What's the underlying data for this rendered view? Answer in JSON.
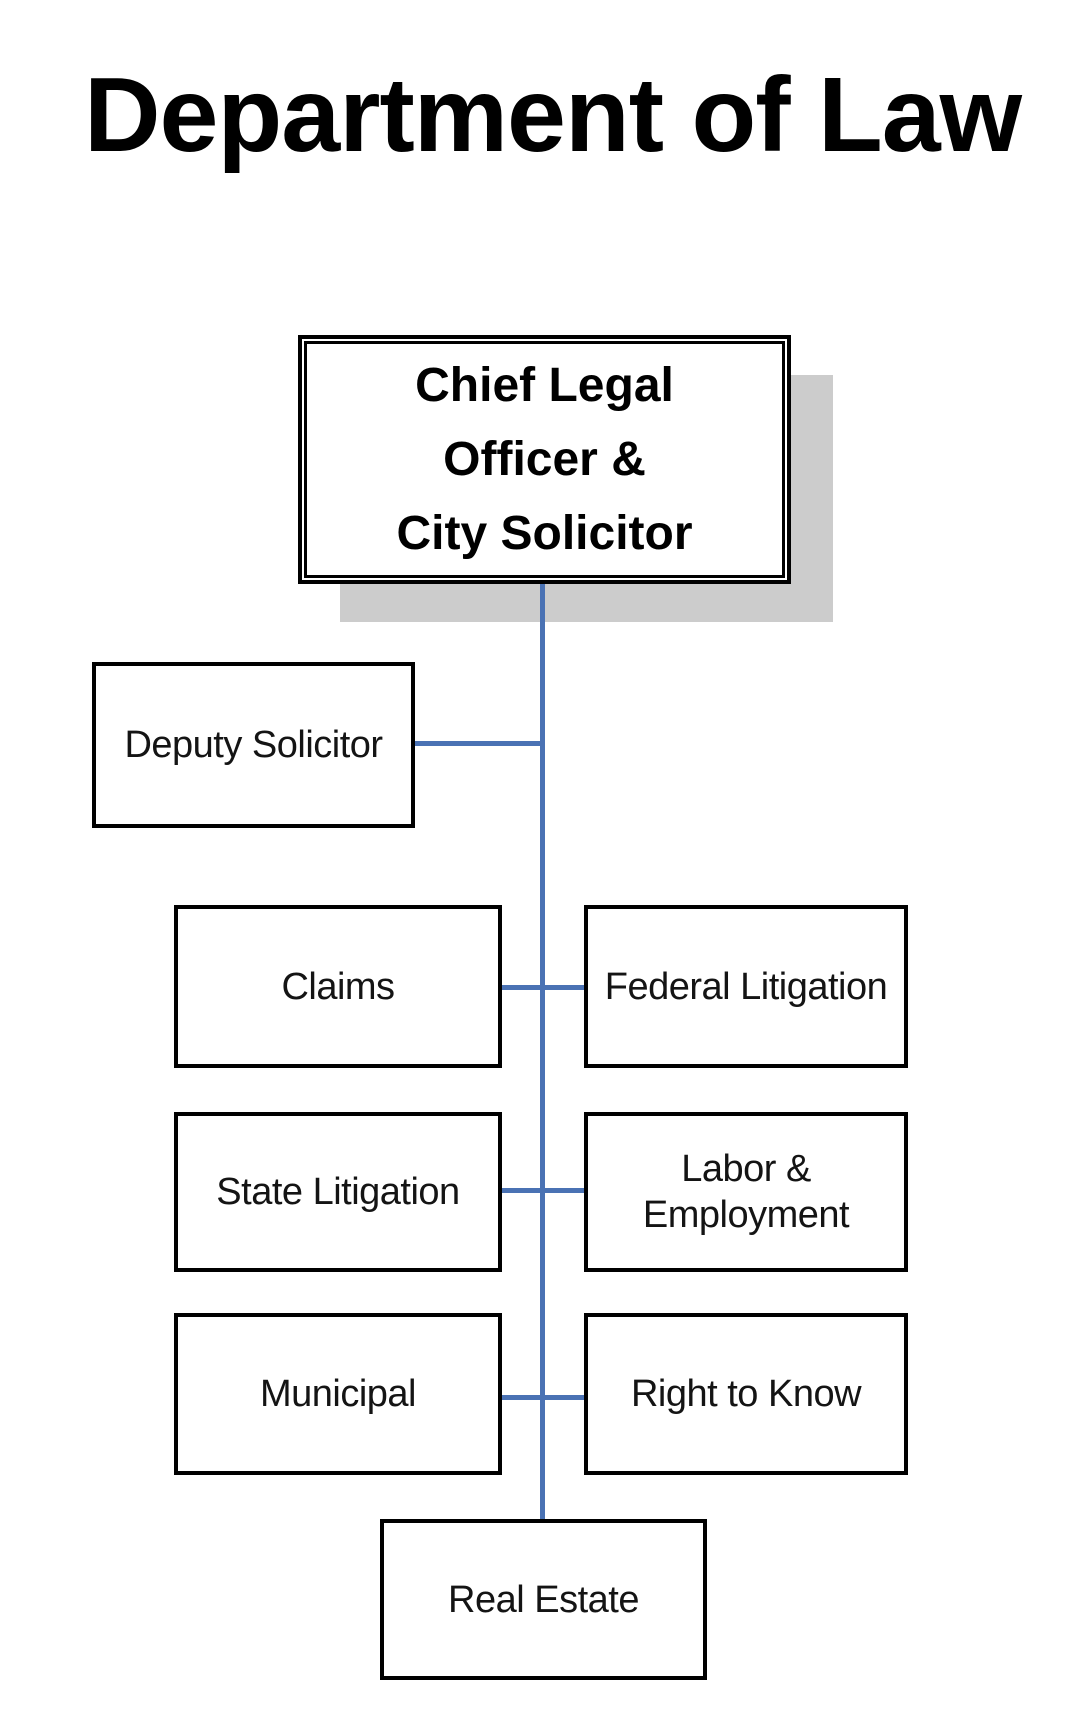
{
  "page": {
    "title": "Department of Law"
  },
  "org_chart": {
    "root": {
      "line1": "Chief Legal",
      "line2": "Officer &",
      "line3": "City Solicitor"
    },
    "nodes": {
      "deputy": {
        "label": "Deputy Solicitor"
      },
      "claims": {
        "label": "Claims"
      },
      "federal": {
        "label": "Federal Litigation"
      },
      "state": {
        "label": "State Litigation"
      },
      "labor": {
        "line1": "Labor &",
        "line2": "Employment"
      },
      "municipal": {
        "label": "Municipal"
      },
      "right_to_know": {
        "label": "Right to Know"
      },
      "real_estate": {
        "label": "Real Estate"
      }
    }
  },
  "colors": {
    "connector-blue": "#4a72b4",
    "shadow-gray": "#cccccc",
    "border-black": "#000000",
    "text-black": "#141414",
    "page-bg": "#ffffff"
  }
}
